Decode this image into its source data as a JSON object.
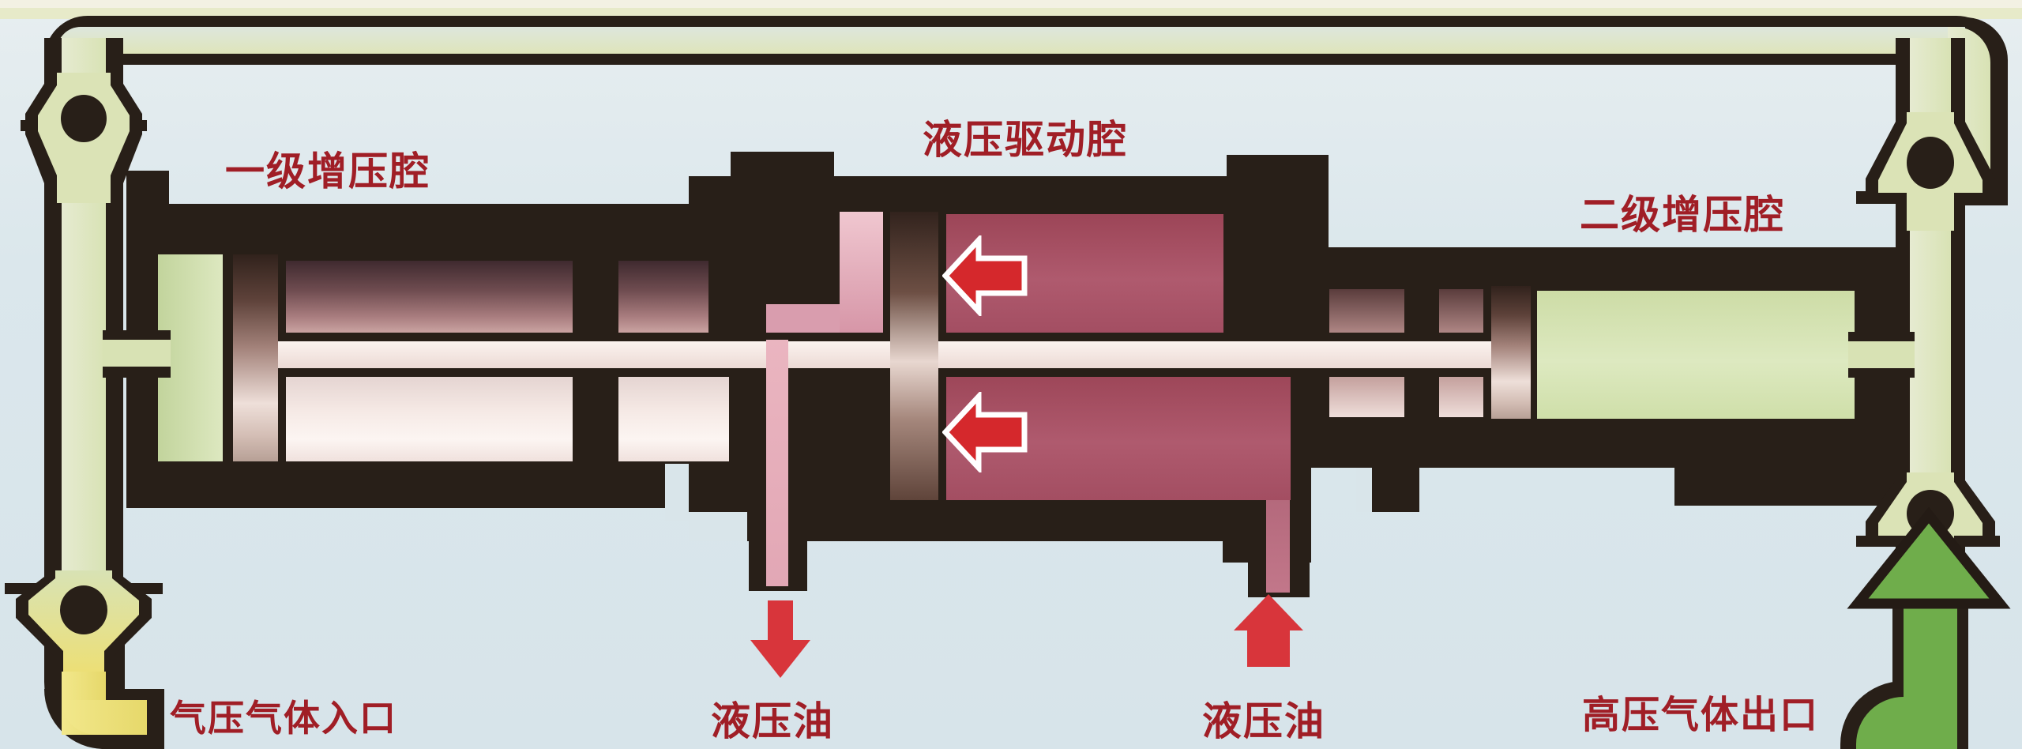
{
  "diagram": {
    "kind": "two-stage pneumatic-hydraulic gas booster schematic",
    "labels": {
      "stage1_chamber": "一级增压腔",
      "drive_chamber": "液压驱动腔",
      "stage2_chamber": "二级增压腔",
      "gas_inlet": "气压气体入口",
      "hydraulic_oil_left": "液压油",
      "hydraulic_oil_right": "液压油",
      "gas_outlet": "高压气体出口"
    },
    "flow_arrows": {
      "drive_chamber_upper": "left",
      "drive_chamber_lower": "left",
      "oil_port_left": "down",
      "oil_port_right": "up",
      "gas_outlet": "up"
    },
    "colors": {
      "label_red": "#a01e26",
      "flow_arrow_red": "#d5282c",
      "gas_outlet_green": "#6fad4b",
      "pipe_green": "#dce4b8",
      "inlet_yellow": "#ecdf76",
      "crimson_chamber": "#a84f63",
      "housing_black": "#281f18",
      "background_blue": "#dbe7ec"
    }
  }
}
